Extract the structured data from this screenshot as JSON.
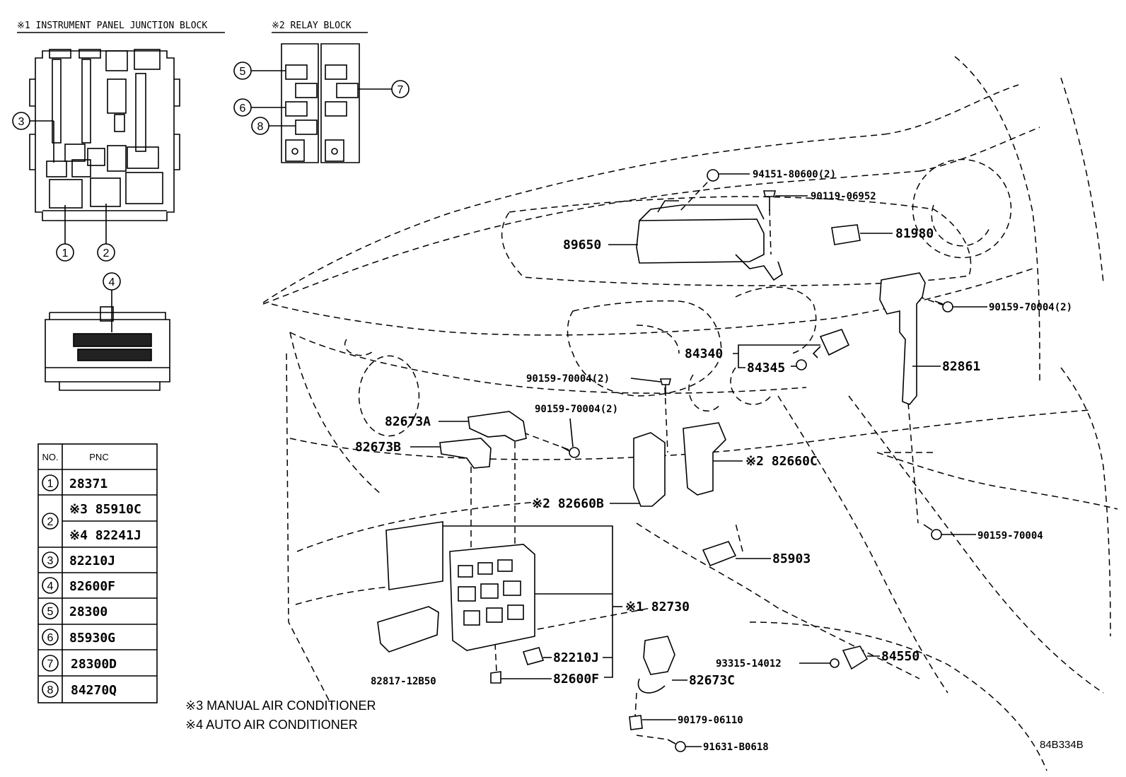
{
  "headers": {
    "ipjb": "※1 INSTRUMENT PANEL JUNCTION BLOCK",
    "relay": "※2 RELAY BLOCK"
  },
  "notes": {
    "n3": "※3  MANUAL AIR CONDITIONER",
    "n4": "※4  AUTO AIR CONDITIONER"
  },
  "diagram_code": "84B334B",
  "callouts": {
    "c1": "1",
    "c2": "2",
    "c3": "3",
    "c4": "4",
    "c5": "5",
    "c6": "6",
    "c7": "7",
    "c8": "8"
  },
  "table": {
    "header_no": "NO.",
    "header_pnc": "PNC",
    "rows": [
      {
        "no": "1",
        "pnc": "28371"
      },
      {
        "no": "2",
        "pnc": "※3 85910C",
        "pnc2": "※4 82241J"
      },
      {
        "no": "3",
        "pnc": "82210J"
      },
      {
        "no": "4",
        "pnc": "82600F"
      },
      {
        "no": "5",
        "pnc": "28300"
      },
      {
        "no": "6",
        "pnc": "85930G"
      },
      {
        "no": "7",
        "pnc": "28300D"
      },
      {
        "no": "8",
        "pnc": "84270Q"
      }
    ]
  },
  "parts": {
    "p94151": "94151-80600(2)",
    "p90119": "90119-06952",
    "p89650": "89650",
    "p81980": "81980",
    "p90159a": "90159-70004(2)",
    "p84340": "84340",
    "p84345": "84345",
    "p82861": "82861",
    "p90159b": "90159-70004(2)",
    "p90159c": "90159-70004(2)",
    "p82673A": "82673A",
    "p82673B": "82673B",
    "p82660C": "※2 82660C",
    "p82660B": "※2 82660B",
    "p90159d": "90159-70004",
    "p85903": "85903",
    "p82730": "※1 82730",
    "p82210J": "82210J",
    "p82600F": "82600F",
    "p82817": "82817-12B50",
    "p82673C": "82673C",
    "p93315": "93315-14012",
    "p84550": "84550",
    "p90179": "90179-06110",
    "p91631": "91631-B0618"
  }
}
